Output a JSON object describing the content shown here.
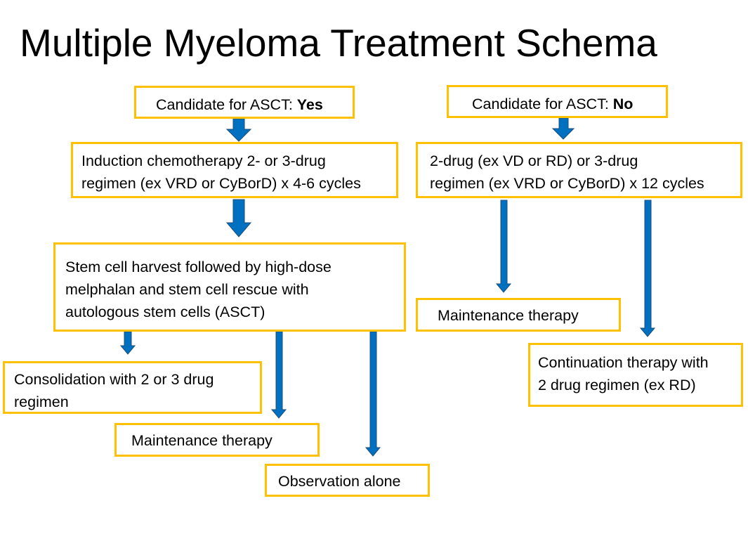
{
  "title": "Multiple Myeloma Treatment Schema",
  "colors": {
    "box_border": "#ffc000",
    "arrow_fill": "#0070c0",
    "arrow_stroke": "#1f4e79"
  },
  "left_branch": {
    "candidate_label": "Candidate for ASCT: ",
    "candidate_value": "Yes",
    "induction": [
      "Induction chemotherapy 2- or 3-drug",
      "regimen (ex VRD or CyBorD) x 4-6 cycles"
    ],
    "asct": [
      "Stem cell harvest followed by high-dose",
      "melphalan and stem cell rescue with",
      "autologous stem cells (ASCT)"
    ],
    "consolidation": [
      "Consolidation with 2 or 3 drug",
      "regimen"
    ],
    "maintenance": "Maintenance therapy",
    "observation": "Observation alone"
  },
  "right_branch": {
    "candidate_label": "Candidate for ASCT: ",
    "candidate_value": "No",
    "regimen": [
      "2-drug (ex VD or RD) or 3-drug",
      "regimen (ex VRD or CyBorD) x 12 cycles"
    ],
    "maintenance": "Maintenance therapy",
    "continuation": [
      "Continuation therapy with",
      "2 drug regimen (ex RD)"
    ]
  }
}
